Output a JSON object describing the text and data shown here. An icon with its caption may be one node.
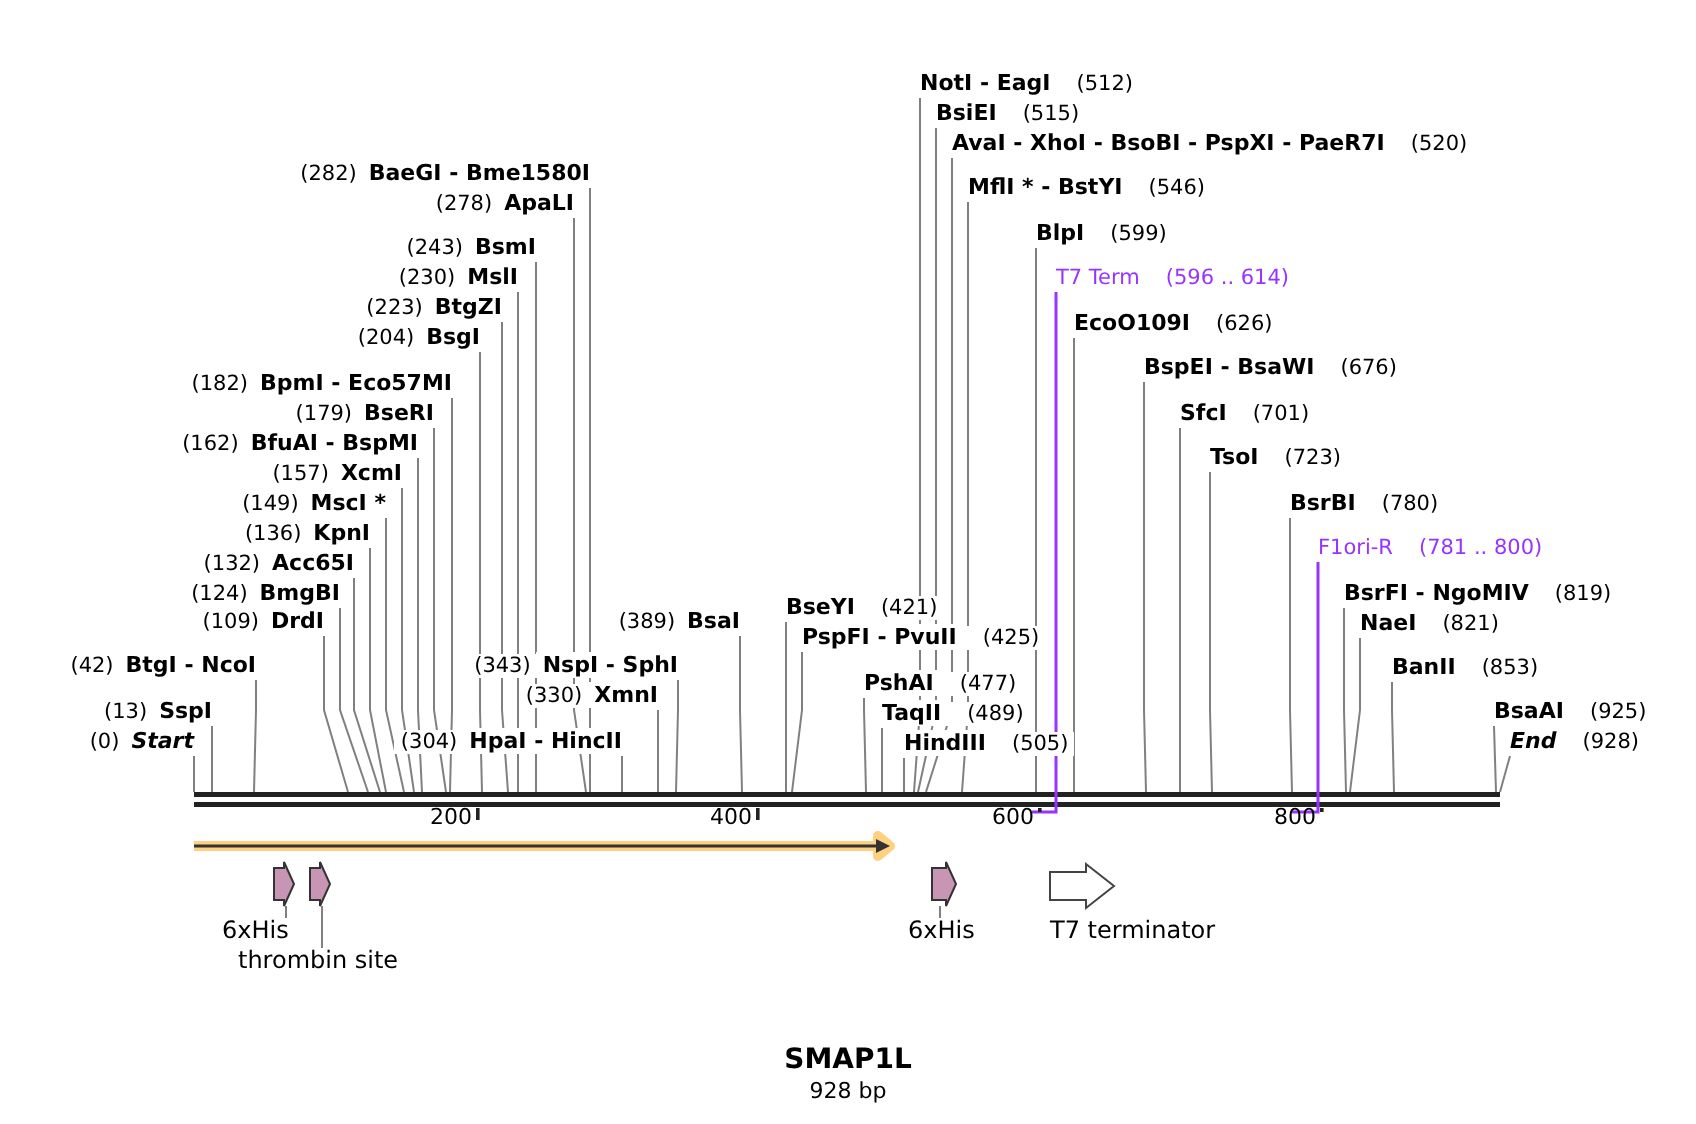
{
  "diagram": {
    "title": "SMAP1L",
    "caption": "928 bp",
    "nodes": [
      {
        "text": [
          "(282)",
          "BaeGI - Bme1580I"
        ]
      },
      {
        "text": [
          "(278)",
          "ApaLI"
        ]
      },
      {
        "text": [
          "(243)",
          "BsmI"
        ]
      },
      {
        "text": [
          "(230)",
          "MslI"
        ]
      },
      {
        "text": [
          "(223)",
          "BtgZI"
        ]
      },
      {
        "text": [
          "(204)",
          "BsgI"
        ]
      },
      {
        "text": [
          "(182)",
          "BpmI - Eco57MI"
        ]
      },
      {
        "text": [
          "(179)",
          "BseRI"
        ]
      },
      {
        "text": [
          "(162)",
          "BfuAI - BspMI"
        ]
      },
      {
        "text": [
          "(157)",
          "XcmI"
        ]
      },
      {
        "text": [
          "(149)",
          "MscI *"
        ]
      },
      {
        "text": [
          "(136)",
          "KpnI"
        ]
      },
      {
        "text": [
          "(132)",
          "Acc65I"
        ]
      },
      {
        "text": [
          "(124)",
          "BmgBI"
        ]
      },
      {
        "text": [
          "(109)",
          "DrdI"
        ]
      },
      {
        "text": [
          "(42)",
          "BtgI - NcoI"
        ]
      },
      {
        "text": [
          "(13)",
          "SspI"
        ]
      },
      {
        "text": [
          "(0)",
          "Start"
        ]
      },
      {
        "text": [
          "(389)",
          "BsaI"
        ]
      },
      {
        "text": [
          "(343)",
          "NspI - SphI"
        ]
      },
      {
        "text": [
          "(330)",
          "XmnI"
        ]
      },
      {
        "text": [
          "(304)",
          "HpaI - HincII"
        ]
      },
      {
        "text": [
          "NotI - EagI",
          "(512)"
        ]
      },
      {
        "text": [
          "BsiEI",
          "(515)"
        ]
      },
      {
        "text": [
          "AvaI - XhoI - BsoBI - PspXI - PaeR7I",
          "(520)"
        ]
      },
      {
        "text": [
          "MflI * - BstYI",
          "(546)"
        ]
      },
      {
        "text": [
          "BlpI",
          "(599)"
        ]
      },
      {
        "text": [
          "T7 Term",
          "(596 .. 614)"
        ]
      },
      {
        "text": [
          "EcoO109I",
          "(626)"
        ]
      },
      {
        "text": [
          "BspEI - BsaWI",
          "(676)"
        ]
      },
      {
        "text": [
          "SfcI",
          "(701)"
        ]
      },
      {
        "text": [
          "TsoI",
          "(723)"
        ]
      },
      {
        "text": [
          "BsrBI",
          "(780)"
        ]
      },
      {
        "text": [
          "F1ori-R",
          "(781 .. 800)"
        ]
      },
      {
        "text": [
          "BseYI",
          "(421)"
        ]
      },
      {
        "text": [
          "PspFI - PvuII",
          "(425)"
        ]
      },
      {
        "text": [
          "BsrFI - NgoMIV",
          "(819)"
        ]
      },
      {
        "text": [
          "NaeI",
          "(821)"
        ]
      },
      {
        "text": [
          "PshAI",
          "(477)"
        ]
      },
      {
        "text": [
          "BanII",
          "(853)"
        ]
      },
      {
        "text": [
          "TaqII",
          "(489)"
        ]
      },
      {
        "text": [
          "BsaAI",
          "(925)"
        ]
      },
      {
        "text": [
          "HindIII",
          "(505)"
        ]
      },
      {
        "text": [
          "End",
          "(928)"
        ]
      },
      {
        "text": [],
        "shape": "bar"
      },
      {
        "text": [],
        "shape": "arrow"
      },
      {
        "text": [],
        "shape": "arrow"
      },
      {
        "text": [],
        "shape": "arrow"
      },
      {
        "text": [],
        "shape": "arrow"
      },
      {
        "text": [],
        "shape": "arrow",
        "beside": [
          "T7 terminator"
        ]
      },
      {
        "text": [
          "6xHis"
        ]
      },
      {
        "text": [
          "thrombin site"
        ]
      },
      {
        "text": [
          "6xHis"
        ]
      }
    ],
    "edges": [
      {
        "from": 0,
        "to": 44,
        "arrow": "none"
      },
      {
        "from": 1,
        "to": 44,
        "arrow": "none"
      },
      {
        "from": 2,
        "to": 44,
        "arrow": "none"
      },
      {
        "from": 3,
        "to": 44,
        "arrow": "none"
      },
      {
        "from": 4,
        "to": 44,
        "arrow": "none"
      },
      {
        "from": 5,
        "to": 44,
        "arrow": "none"
      },
      {
        "from": 6,
        "to": 44,
        "arrow": "none"
      },
      {
        "from": 7,
        "to": 44,
        "arrow": "none"
      },
      {
        "from": 8,
        "to": 44,
        "arrow": "none"
      },
      {
        "from": 9,
        "to": 44,
        "arrow": "none"
      },
      {
        "from": 10,
        "to": 44,
        "arrow": "none"
      },
      {
        "from": 11,
        "to": 44,
        "arrow": "none"
      },
      {
        "from": 12,
        "to": 44,
        "arrow": "none"
      },
      {
        "from": 13,
        "to": 44,
        "arrow": "none"
      },
      {
        "from": 14,
        "to": 44,
        "arrow": "none"
      },
      {
        "from": 15,
        "to": 44,
        "arrow": "none"
      },
      {
        "from": 16,
        "to": 44,
        "arrow": "none"
      },
      {
        "from": 17,
        "to": 44,
        "arrow": "none"
      },
      {
        "from": 18,
        "to": 44,
        "arrow": "none"
      },
      {
        "from": 19,
        "to": 44,
        "arrow": "none"
      },
      {
        "from": 20,
        "to": 44,
        "arrow": "none"
      },
      {
        "from": 21,
        "to": 44,
        "arrow": "none"
      },
      {
        "from": 22,
        "to": 44,
        "arrow": "none"
      },
      {
        "from": 23,
        "to": 44,
        "arrow": "none"
      },
      {
        "from": 24,
        "to": 44,
        "arrow": "none"
      },
      {
        "from": 25,
        "to": 44,
        "arrow": "none"
      },
      {
        "from": 26,
        "to": 44,
        "arrow": "none"
      },
      {
        "from": 27,
        "to": 44,
        "arrow": "none",
        "color": "#9933ff"
      },
      {
        "from": 28,
        "to": 44,
        "arrow": "none"
      },
      {
        "from": 29,
        "to": 44,
        "arrow": "none"
      },
      {
        "from": 30,
        "to": 44,
        "arrow": "none"
      },
      {
        "from": 31,
        "to": 44,
        "arrow": "none"
      },
      {
        "from": 32,
        "to": 44,
        "arrow": "none"
      },
      {
        "from": 33,
        "to": 44,
        "arrow": "none",
        "color": "#9933ff"
      },
      {
        "from": 34,
        "to": 44,
        "arrow": "none"
      },
      {
        "from": 35,
        "to": 44,
        "arrow": "none"
      },
      {
        "from": 36,
        "to": 44,
        "arrow": "none"
      },
      {
        "from": 37,
        "to": 44,
        "arrow": "none"
      },
      {
        "from": 38,
        "to": 44,
        "arrow": "none"
      },
      {
        "from": 39,
        "to": 44,
        "arrow": "none"
      },
      {
        "from": 40,
        "to": 44,
        "arrow": "none"
      },
      {
        "from": 41,
        "to": 44,
        "arrow": "none"
      },
      {
        "from": 42,
        "to": 44,
        "arrow": "none"
      },
      {
        "from": 43,
        "to": 44,
        "arrow": "none"
      },
      {
        "from": 50,
        "to": 46,
        "arrow": "none"
      },
      {
        "from": 51,
        "to": 47,
        "arrow": "none"
      },
      {
        "from": 52,
        "to": 48,
        "arrow": "none"
      }
    ],
    "labels": [
      "200",
      "400",
      "600",
      "800"
    ]
  }
}
